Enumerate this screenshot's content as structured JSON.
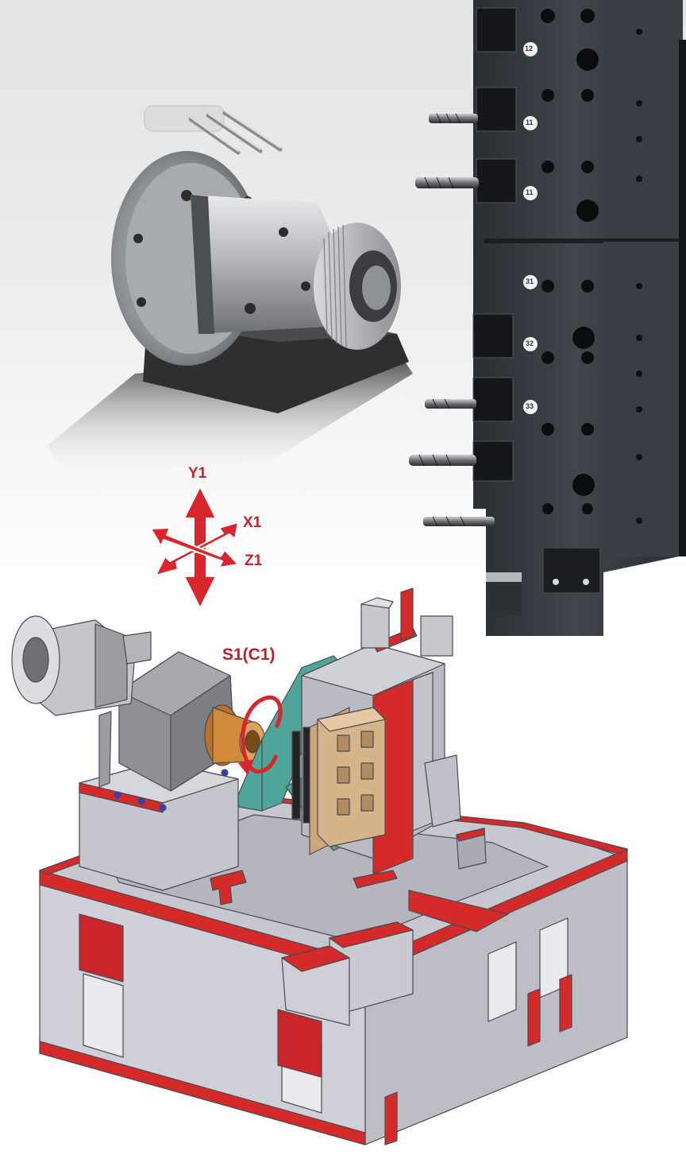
{
  "axes": {
    "y_label": "Y1",
    "x_label": "X1",
    "z_label": "Z1",
    "arrow_color": "#d9262d"
  },
  "spindle": {
    "label": "S1(C1)",
    "label_color": "#b8232c"
  },
  "tool_block": {
    "station_numbers": [
      "12",
      "11",
      "11",
      "31",
      "32",
      "33"
    ]
  },
  "colors": {
    "machine_red": "#d52a2a",
    "machine_gray": "#c8c9cf",
    "machine_dark_gray": "#8f9096",
    "guard_teal": "#4fa59a",
    "tool_block_wood": "#d6b48a",
    "chuck_orange": "#d08a3a",
    "tool_block_metal": "#2f3338"
  },
  "icons": [
    "collet-chuck-photo",
    "drill-tool-icon",
    "axis-arrows-icon",
    "rotation-arrow-icon",
    "lathe-machine-model"
  ]
}
